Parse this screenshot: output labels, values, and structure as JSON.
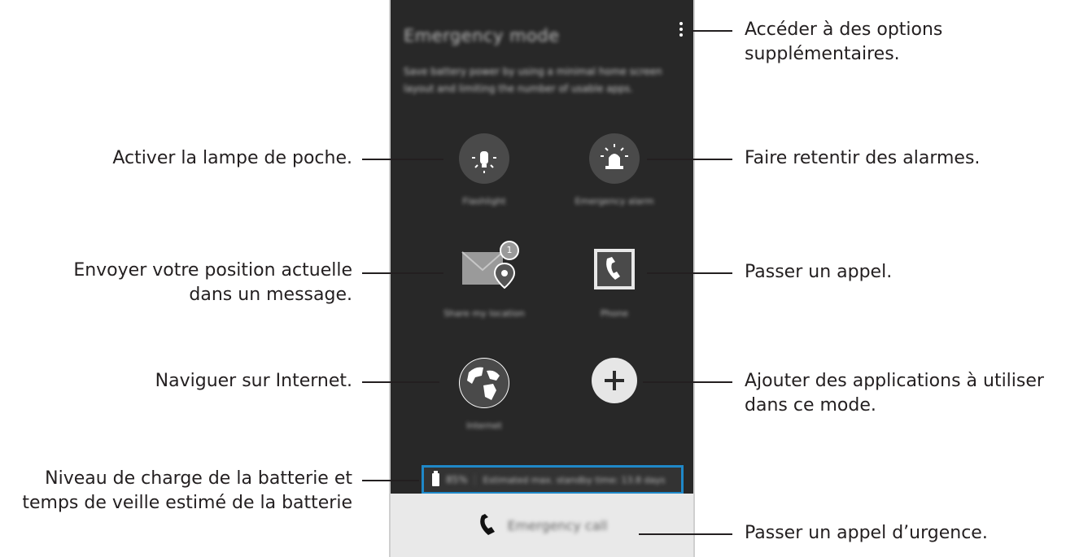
{
  "screen": {
    "title": "Emergency mode",
    "description": "Save battery power by using a minimal home screen layout and limiting the number of usable apps.",
    "apps": [
      {
        "label": "Flashlight",
        "icon": "flashlight-icon"
      },
      {
        "label": "Emergency alarm",
        "icon": "alarm-siren-icon"
      },
      {
        "label": "Share my location",
        "icon": "message-location-icon",
        "badge": "1"
      },
      {
        "label": "Phone",
        "icon": "phone-icon"
      },
      {
        "label": "Internet",
        "icon": "globe-icon"
      },
      {
        "label": "",
        "icon": "plus-icon"
      }
    ],
    "battery": {
      "percent": "85%",
      "estimate": "Estimated max. standby time: 13.8 days"
    },
    "emergency_call": "Emergency call"
  },
  "annotations": {
    "options": "Accéder à des options supplémentaires.",
    "flashlight": "Activer la lampe de poche.",
    "alarm": "Faire retentir des alarmes.",
    "location_line1": "Envoyer votre position actuelle",
    "location_line2": "dans un message.",
    "phone": "Passer un appel.",
    "internet": "Naviguer sur Internet.",
    "add_line1": "Ajouter des applications à utiliser",
    "add_line2": "dans ce mode.",
    "battery_line1": "Niveau de charge de la batterie et",
    "battery_line2": "temps de veille estimé de la batterie",
    "emergency_call": "Passer un appel d’urgence."
  },
  "colors": {
    "highlight": "#1f88c8",
    "phone_bg": "#282828"
  }
}
